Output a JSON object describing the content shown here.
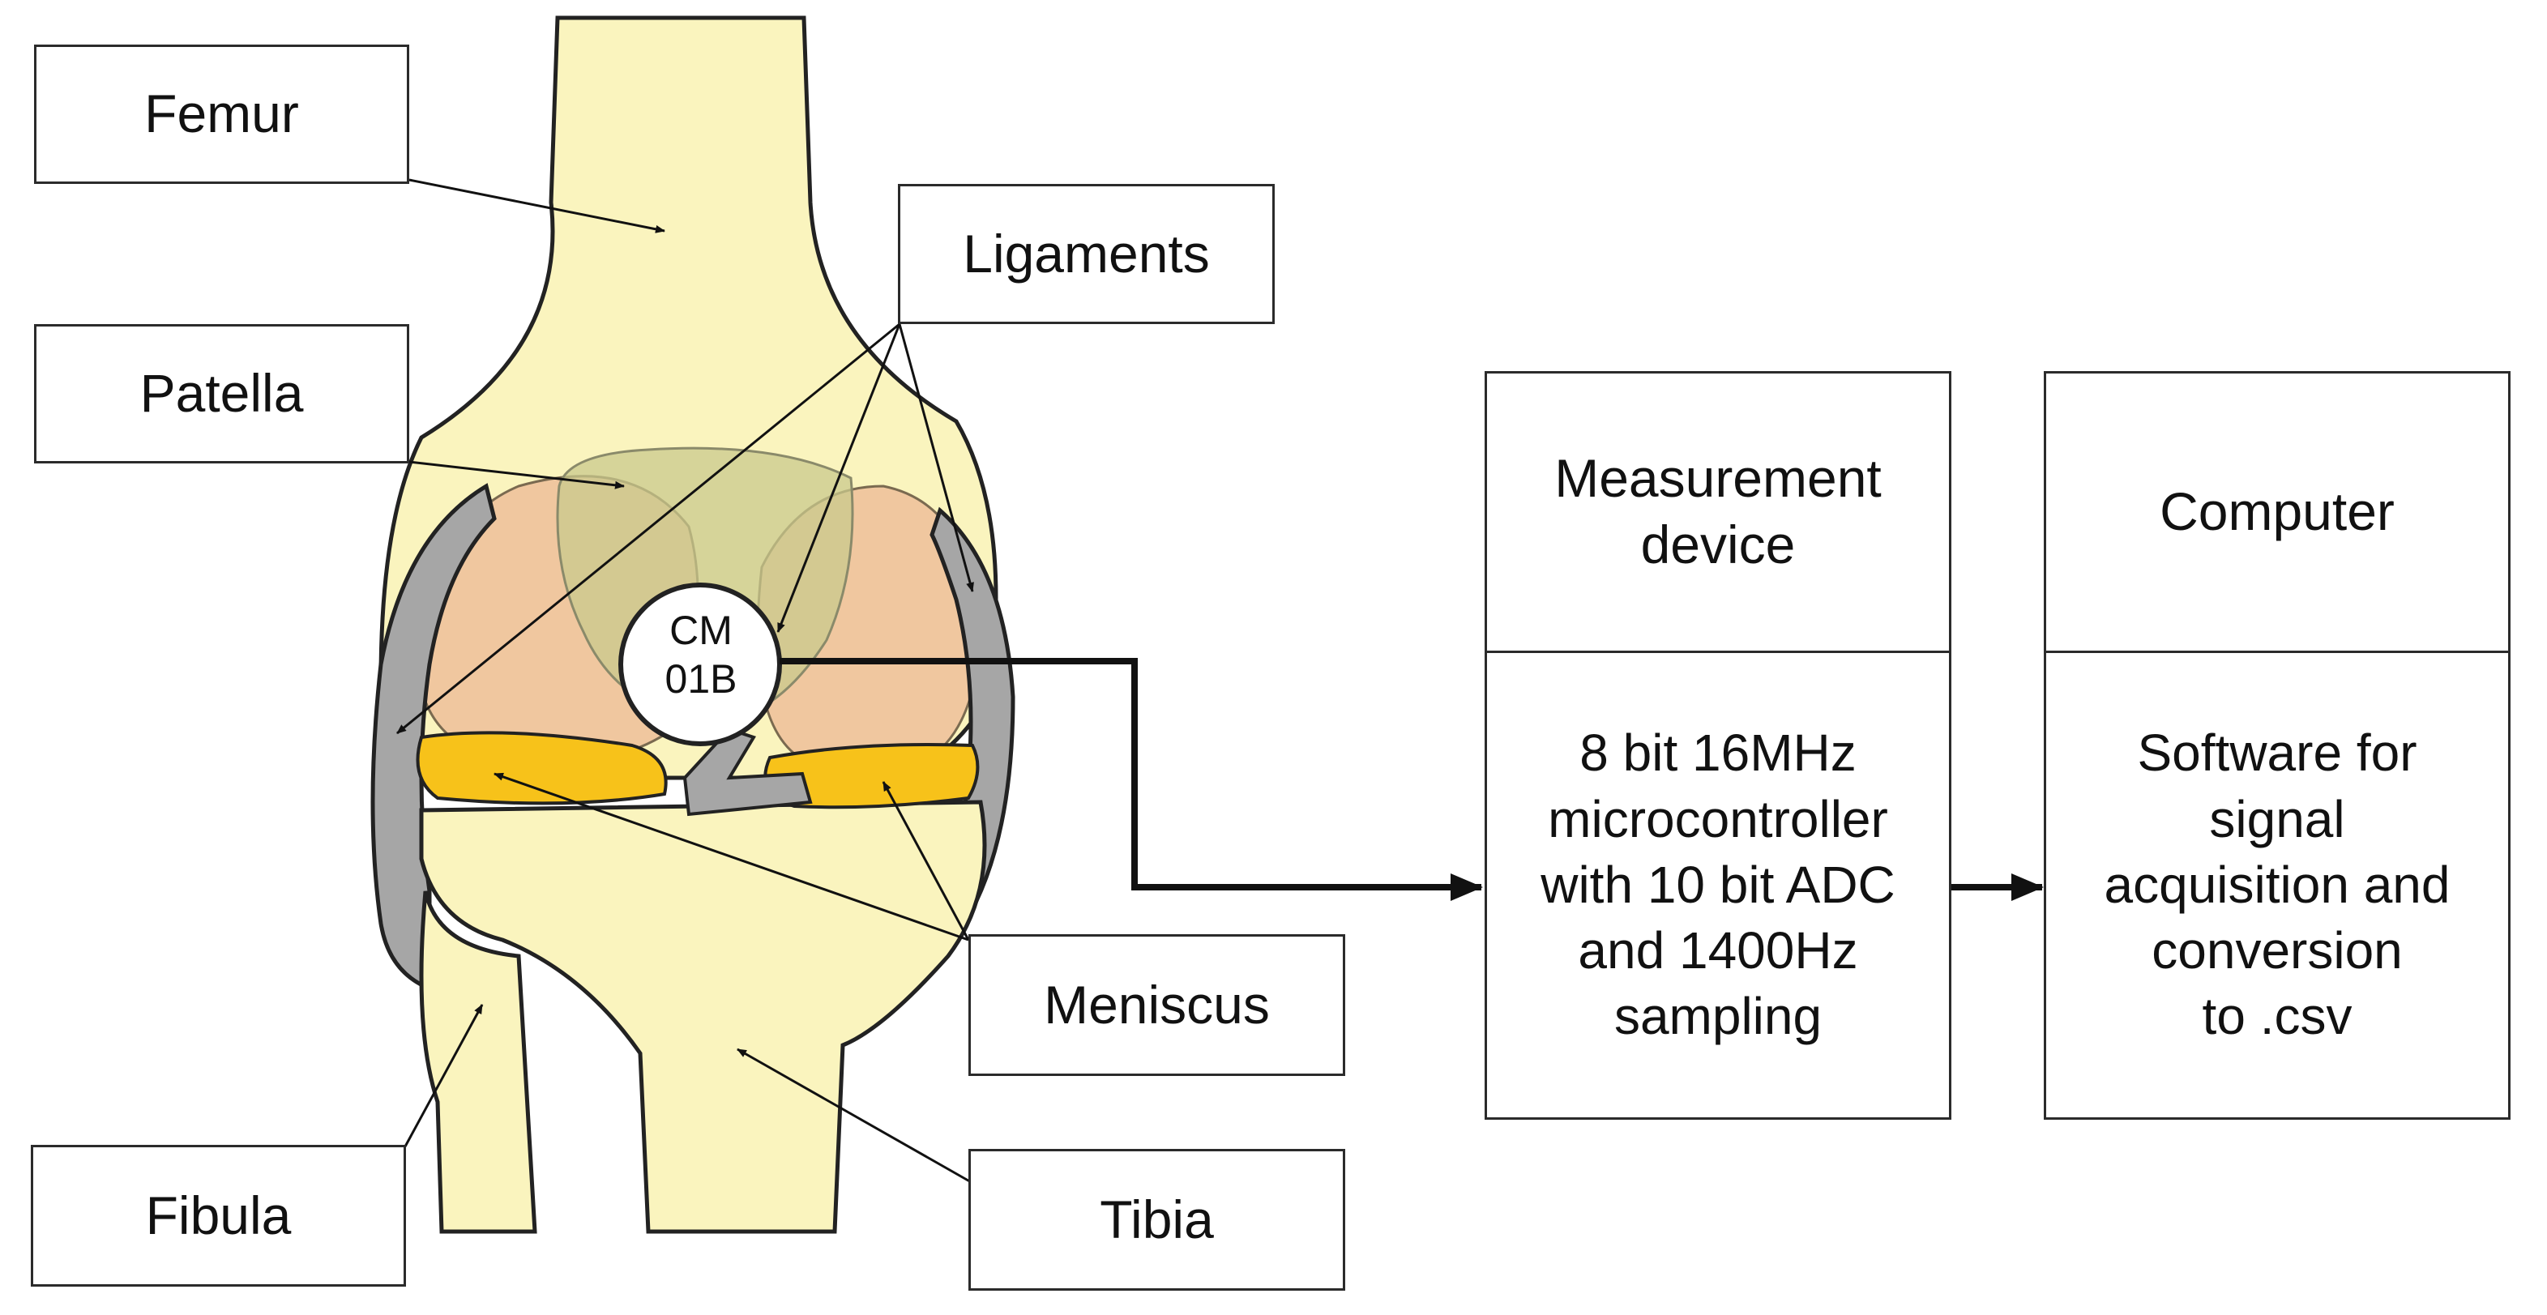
{
  "anatomy_labels": {
    "femur": "Femur",
    "patella": "Patella",
    "ligaments": "Ligaments",
    "meniscus": "Meniscus",
    "fibula": "Fibula",
    "tibia": "Tibia"
  },
  "sensor": {
    "label": "CM\n01B"
  },
  "measurement_device": {
    "title": "Measurement\ndevice",
    "description": "8 bit 16MHz\nmicrocontroller\nwith 10 bit ADC\nand 1400Hz\nsampling"
  },
  "computer": {
    "title": "Computer",
    "description": "Software for\nsignal\nacquisition and\nconversion\nto .csv"
  },
  "colors": {
    "bone": "#faf4be",
    "cartilage": "#f0c79f",
    "patella_overlay": "#c9c98c",
    "meniscus": "#f7c21a",
    "ligament": "#a6a6a6",
    "outline": "#222222"
  }
}
